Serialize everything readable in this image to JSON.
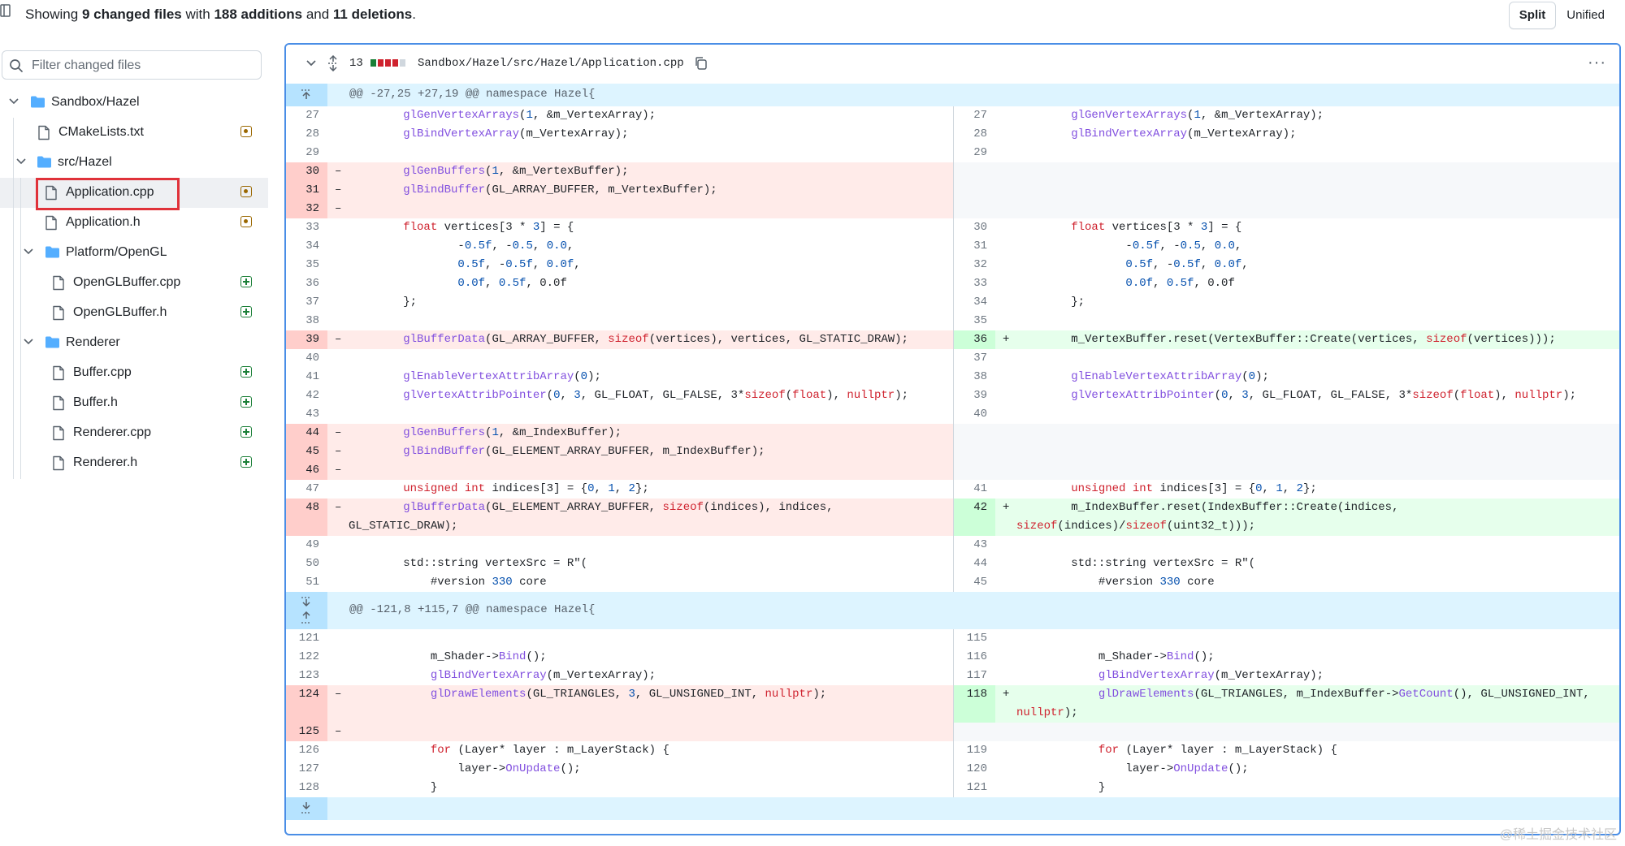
{
  "summary": {
    "pre": "Showing ",
    "files_count": "9 changed files",
    "mid1": " with ",
    "additions": "188 additions",
    "mid2": " and ",
    "deletions": "11 deletions",
    "post": "."
  },
  "view_toggle": {
    "split": "Split",
    "unified": "Unified",
    "active": "split"
  },
  "filter": {
    "placeholder": "Filter changed files",
    "value": ""
  },
  "tree": [
    {
      "type": "folder",
      "label": "Sandbox/Hazel",
      "level": 0
    },
    {
      "type": "file",
      "label": "CMakeLists.txt",
      "level": 1,
      "status": "modified"
    },
    {
      "type": "folder",
      "label": "src/Hazel",
      "level": 1
    },
    {
      "type": "file",
      "label": "Application.cpp",
      "level": 2,
      "status": "modified",
      "selected": true
    },
    {
      "type": "file",
      "label": "Application.h",
      "level": 2,
      "status": "modified"
    },
    {
      "type": "folder",
      "label": "Platform/OpenGL",
      "level": 2
    },
    {
      "type": "file",
      "label": "OpenGLBuffer.cpp",
      "level": 3,
      "status": "added"
    },
    {
      "type": "file",
      "label": "OpenGLBuffer.h",
      "level": 3,
      "status": "added"
    },
    {
      "type": "folder",
      "label": "Renderer",
      "level": 2
    },
    {
      "type": "file",
      "label": "Buffer.cpp",
      "level": 3,
      "status": "added"
    },
    {
      "type": "file",
      "label": "Buffer.h",
      "level": 3,
      "status": "added"
    },
    {
      "type": "file",
      "label": "Renderer.cpp",
      "level": 3,
      "status": "added"
    },
    {
      "type": "file",
      "label": "Renderer.h",
      "level": 3,
      "status": "added"
    }
  ],
  "diff_file": {
    "change_count": "13",
    "path": "Sandbox/Hazel/src/Hazel/Application.cpp",
    "bar_colors": [
      "#1a7f37",
      "#cf222e",
      "#cf222e",
      "#cf222e",
      "#d0d7de"
    ],
    "more_label": "···"
  },
  "colors": {
    "accent_border": "#4a8ee6",
    "deletion_bg": "#ffebe9",
    "addition_bg": "#e6ffec",
    "hunk_bg": "#ddf4ff",
    "selection_outline": "#e0323a"
  },
  "hunks": [
    {
      "header": "@@ -27,25 +27,19 @@ namespace Hazel{",
      "rows": [
        {
          "l": {
            "n": "27",
            "t": "ctx",
            "s": "",
            "c": "        glGenVertexArrays(1, &m_VertexArray);"
          },
          "r": {
            "n": "27",
            "t": "ctx",
            "s": "",
            "c": "        glGenVertexArrays(1, &m_VertexArray);"
          }
        },
        {
          "l": {
            "n": "28",
            "t": "ctx",
            "s": "",
            "c": "        glBindVertexArray(m_VertexArray);"
          },
          "r": {
            "n": "28",
            "t": "ctx",
            "s": "",
            "c": "        glBindVertexArray(m_VertexArray);"
          }
        },
        {
          "l": {
            "n": "29",
            "t": "ctx",
            "s": "",
            "c": ""
          },
          "r": {
            "n": "29",
            "t": "ctx",
            "s": "",
            "c": ""
          }
        },
        {
          "l": {
            "n": "30",
            "t": "del",
            "s": "–",
            "c": "        glGenBuffers(1, &m_VertexBuffer);"
          },
          "r": {
            "n": "",
            "t": "empty",
            "s": "",
            "c": ""
          }
        },
        {
          "l": {
            "n": "31",
            "t": "del",
            "s": "–",
            "c": "        glBindBuffer(GL_ARRAY_BUFFER, m_VertexBuffer);"
          },
          "r": {
            "n": "",
            "t": "empty",
            "s": "",
            "c": ""
          }
        },
        {
          "l": {
            "n": "32",
            "t": "del",
            "s": "–",
            "c": ""
          },
          "r": {
            "n": "",
            "t": "empty",
            "s": "",
            "c": ""
          }
        },
        {
          "l": {
            "n": "33",
            "t": "ctx",
            "s": "",
            "c": "        float vertices[3 * 3] = {"
          },
          "r": {
            "n": "30",
            "t": "ctx",
            "s": "",
            "c": "        float vertices[3 * 3] = {"
          }
        },
        {
          "l": {
            "n": "34",
            "t": "ctx",
            "s": "",
            "c": "                -0.5f, -0.5, 0.0,"
          },
          "r": {
            "n": "31",
            "t": "ctx",
            "s": "",
            "c": "                -0.5f, -0.5, 0.0,"
          }
        },
        {
          "l": {
            "n": "35",
            "t": "ctx",
            "s": "",
            "c": "                0.5f, -0.5f, 0.0f,"
          },
          "r": {
            "n": "32",
            "t": "ctx",
            "s": "",
            "c": "                0.5f, -0.5f, 0.0f,"
          }
        },
        {
          "l": {
            "n": "36",
            "t": "ctx",
            "s": "",
            "c": "                0.0f, 0.5f, 0.0f"
          },
          "r": {
            "n": "33",
            "t": "ctx",
            "s": "",
            "c": "                0.0f, 0.5f, 0.0f"
          }
        },
        {
          "l": {
            "n": "37",
            "t": "ctx",
            "s": "",
            "c": "        };"
          },
          "r": {
            "n": "34",
            "t": "ctx",
            "s": "",
            "c": "        };"
          }
        },
        {
          "l": {
            "n": "38",
            "t": "ctx",
            "s": "",
            "c": ""
          },
          "r": {
            "n": "35",
            "t": "ctx",
            "s": "",
            "c": ""
          }
        },
        {
          "l": {
            "n": "39",
            "t": "del",
            "s": "–",
            "c": "        glBufferData(GL_ARRAY_BUFFER, sizeof(vertices), vertices, GL_STATIC_DRAW);"
          },
          "r": {
            "n": "36",
            "t": "add",
            "s": "+",
            "c": "        m_VertexBuffer.reset(VertexBuffer::Create(vertices, sizeof(vertices)));"
          }
        },
        {
          "l": {
            "n": "40",
            "t": "ctx",
            "s": "",
            "c": ""
          },
          "r": {
            "n": "37",
            "t": "ctx",
            "s": "",
            "c": ""
          }
        },
        {
          "l": {
            "n": "41",
            "t": "ctx",
            "s": "",
            "c": "        glEnableVertexAttribArray(0);"
          },
          "r": {
            "n": "38",
            "t": "ctx",
            "s": "",
            "c": "        glEnableVertexAttribArray(0);"
          }
        },
        {
          "l": {
            "n": "42",
            "t": "ctx",
            "s": "",
            "c": "        glVertexAttribPointer(0, 3, GL_FLOAT, GL_FALSE, 3*sizeof(float), nullptr);"
          },
          "r": {
            "n": "39",
            "t": "ctx",
            "s": "",
            "c": "        glVertexAttribPointer(0, 3, GL_FLOAT, GL_FALSE, 3*sizeof(float), nullptr);"
          }
        },
        {
          "l": {
            "n": "43",
            "t": "ctx",
            "s": "",
            "c": ""
          },
          "r": {
            "n": "40",
            "t": "ctx",
            "s": "",
            "c": ""
          }
        },
        {
          "l": {
            "n": "44",
            "t": "del",
            "s": "–",
            "c": "        glGenBuffers(1, &m_IndexBuffer);"
          },
          "r": {
            "n": "",
            "t": "empty",
            "s": "",
            "c": ""
          }
        },
        {
          "l": {
            "n": "45",
            "t": "del",
            "s": "–",
            "c": "        glBindBuffer(GL_ELEMENT_ARRAY_BUFFER, m_IndexBuffer);"
          },
          "r": {
            "n": "",
            "t": "empty",
            "s": "",
            "c": ""
          }
        },
        {
          "l": {
            "n": "46",
            "t": "del",
            "s": "–",
            "c": ""
          },
          "r": {
            "n": "",
            "t": "empty",
            "s": "",
            "c": ""
          }
        },
        {
          "l": {
            "n": "47",
            "t": "ctx",
            "s": "",
            "c": "        unsigned int indices[3] = {0, 1, 2};"
          },
          "r": {
            "n": "41",
            "t": "ctx",
            "s": "",
            "c": "        unsigned int indices[3] = {0, 1, 2};"
          }
        },
        {
          "tall": true,
          "l": {
            "n": "48",
            "t": "del",
            "s": "–",
            "c": "        glBufferData(GL_ELEMENT_ARRAY_BUFFER, sizeof(indices), indices,\nGL_STATIC_DRAW);"
          },
          "r": {
            "n": "42",
            "t": "add",
            "s": "+",
            "c": "        m_IndexBuffer.reset(IndexBuffer::Create(indices,\nsizeof(indices)/sizeof(uint32_t)));"
          }
        },
        {
          "l": {
            "n": "49",
            "t": "ctx",
            "s": "",
            "c": ""
          },
          "r": {
            "n": "43",
            "t": "ctx",
            "s": "",
            "c": ""
          }
        },
        {
          "l": {
            "n": "50",
            "t": "ctx",
            "s": "",
            "c": "        std::string vertexSrc = R\"("
          },
          "r": {
            "n": "44",
            "t": "ctx",
            "s": "",
            "c": "        std::string vertexSrc = R\"("
          }
        },
        {
          "l": {
            "n": "51",
            "t": "ctx",
            "s": "",
            "c": "            #version 330 core"
          },
          "r": {
            "n": "45",
            "t": "ctx",
            "s": "",
            "c": "            #version 330 core"
          }
        }
      ]
    },
    {
      "header": "@@ -121,8 +115,7 @@ namespace Hazel{",
      "rows": [
        {
          "l": {
            "n": "121",
            "t": "ctx",
            "s": "",
            "c": ""
          },
          "r": {
            "n": "115",
            "t": "ctx",
            "s": "",
            "c": ""
          }
        },
        {
          "l": {
            "n": "122",
            "t": "ctx",
            "s": "",
            "c": "            m_Shader->Bind();"
          },
          "r": {
            "n": "116",
            "t": "ctx",
            "s": "",
            "c": "            m_Shader->Bind();"
          }
        },
        {
          "l": {
            "n": "123",
            "t": "ctx",
            "s": "",
            "c": "            glBindVertexArray(m_VertexArray);"
          },
          "r": {
            "n": "117",
            "t": "ctx",
            "s": "",
            "c": "            glBindVertexArray(m_VertexArray);"
          }
        },
        {
          "tall": true,
          "l": {
            "n": "124",
            "t": "del",
            "s": "–",
            "c": "            glDrawElements(GL_TRIANGLES, 3, GL_UNSIGNED_INT, nullptr);"
          },
          "r": {
            "n": "118",
            "t": "add",
            "s": "+",
            "c": "            glDrawElements(GL_TRIANGLES, m_IndexBuffer->GetCount(), GL_UNSIGNED_INT,\nnullptr);"
          }
        },
        {
          "l": {
            "n": "125",
            "t": "del",
            "s": "–",
            "c": ""
          },
          "r": {
            "n": "",
            "t": "empty",
            "s": "",
            "c": ""
          }
        },
        {
          "l": {
            "n": "126",
            "t": "ctx",
            "s": "",
            "c": "            for (Layer* layer : m_LayerStack) {"
          },
          "r": {
            "n": "119",
            "t": "ctx",
            "s": "",
            "c": "            for (Layer* layer : m_LayerStack) {"
          }
        },
        {
          "l": {
            "n": "127",
            "t": "ctx",
            "s": "",
            "c": "                layer->OnUpdate();"
          },
          "r": {
            "n": "120",
            "t": "ctx",
            "s": "",
            "c": "                layer->OnUpdate();"
          }
        },
        {
          "l": {
            "n": "128",
            "t": "ctx",
            "s": "",
            "c": "            }"
          },
          "r": {
            "n": "121",
            "t": "ctx",
            "s": "",
            "c": "            }"
          }
        }
      ]
    }
  ],
  "watermark": "@稀土掘金技术社区"
}
